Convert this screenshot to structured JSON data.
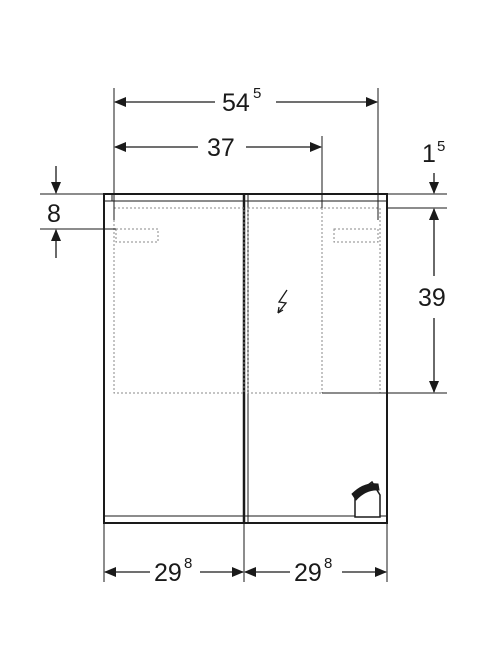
{
  "dimensions": {
    "total_width": {
      "main": "54",
      "sup": "5"
    },
    "inner_width": {
      "main": "37"
    },
    "top_offset": {
      "main": "1",
      "sup": "5"
    },
    "left_offset": {
      "main": "8"
    },
    "height": {
      "main": "39"
    },
    "left_door": {
      "main": "29",
      "sup": "8"
    },
    "right_door": {
      "main": "29",
      "sup": "8"
    }
  },
  "colors": {
    "line": "#1a1a1a",
    "hidden": "#8a8a8a"
  },
  "icons": [
    "lightning-icon",
    "door-handle-icon"
  ]
}
